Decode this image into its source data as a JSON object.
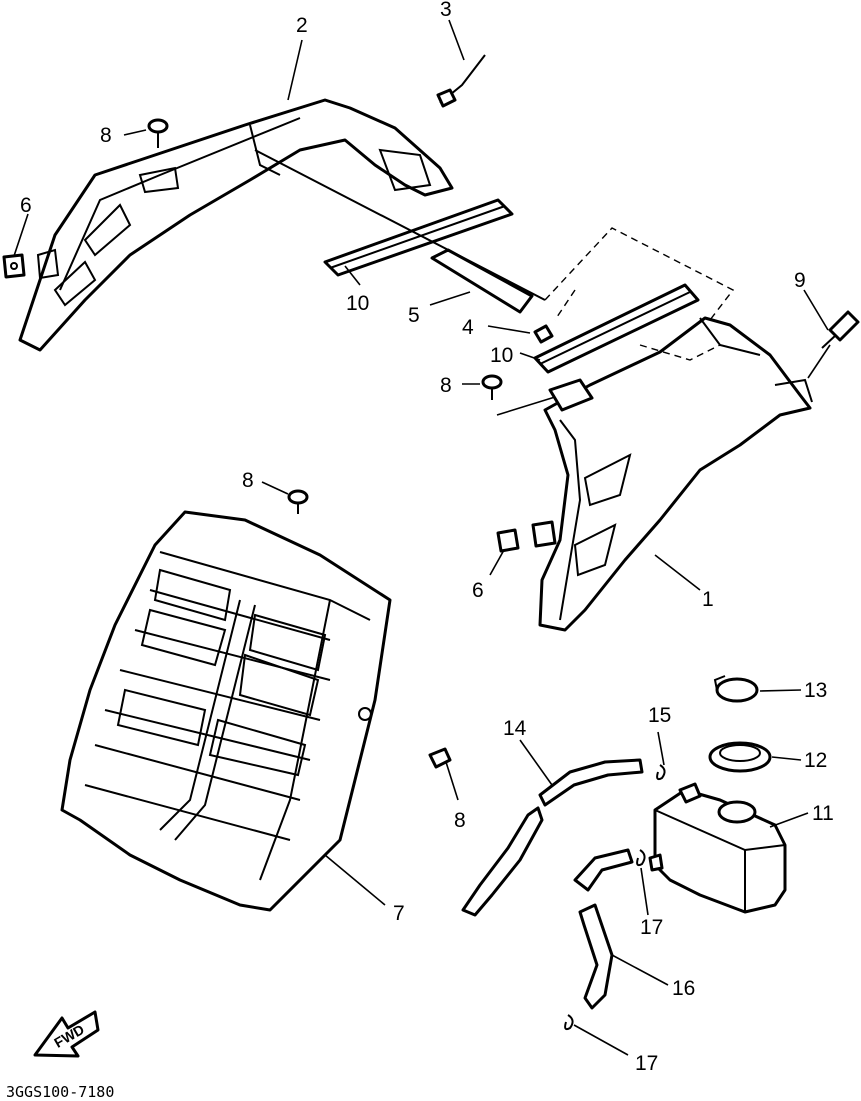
{
  "diagram": {
    "callouts": [
      {
        "key": "c2",
        "label": "2"
      },
      {
        "key": "c3",
        "label": "3"
      },
      {
        "key": "c8a",
        "label": "8"
      },
      {
        "key": "c6a",
        "label": "6"
      },
      {
        "key": "c10a",
        "label": "10"
      },
      {
        "key": "c5",
        "label": "5"
      },
      {
        "key": "c4",
        "label": "4"
      },
      {
        "key": "c10b",
        "label": "10"
      },
      {
        "key": "c8b",
        "label": "8"
      },
      {
        "key": "c9",
        "label": "9"
      },
      {
        "key": "c6b",
        "label": "6"
      },
      {
        "key": "c1",
        "label": "1"
      },
      {
        "key": "c8c",
        "label": "8"
      },
      {
        "key": "c8d",
        "label": "8"
      },
      {
        "key": "c7",
        "label": "7"
      },
      {
        "key": "c13",
        "label": "13"
      },
      {
        "key": "c12",
        "label": "12"
      },
      {
        "key": "c11",
        "label": "11"
      },
      {
        "key": "c14",
        "label": "14"
      },
      {
        "key": "c15",
        "label": "15"
      },
      {
        "key": "c17a",
        "label": "17"
      },
      {
        "key": "c16",
        "label": "16"
      },
      {
        "key": "c17b",
        "label": "17"
      }
    ],
    "fwd_arrow_label": "FWD",
    "drawing_code": "3GGS100-7180"
  }
}
